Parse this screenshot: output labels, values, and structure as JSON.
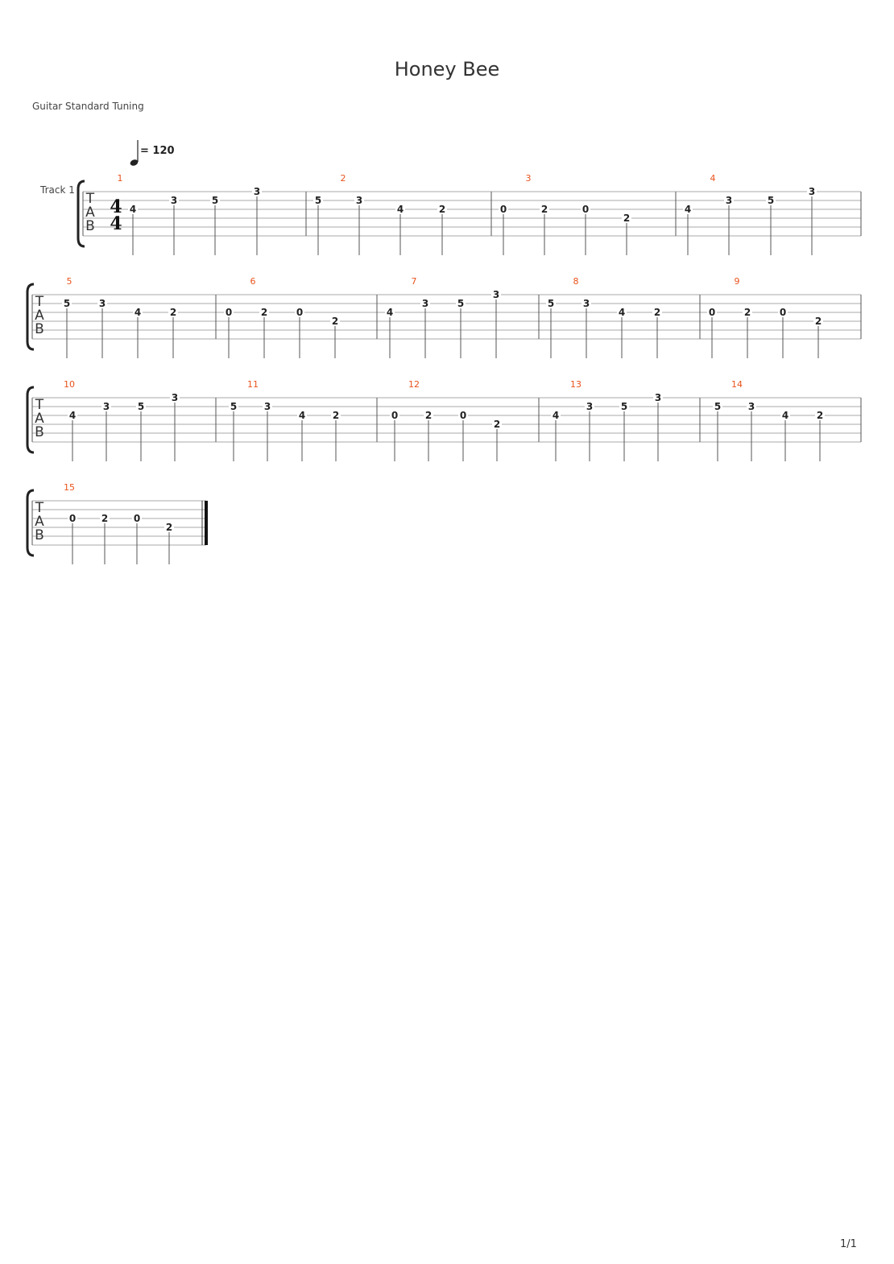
{
  "title": "Honey Bee",
  "tuning": "Guitar Standard Tuning",
  "track_name": "Track 1",
  "tempo": "= 120",
  "time_signature": "4/4",
  "tab_letters": [
    "T",
    "A",
    "B"
  ],
  "page_number": "1/1",
  "measures": [
    {
      "number": "1",
      "notes": [
        {
          "s": 3,
          "f": "4"
        },
        {
          "s": 2,
          "f": "3"
        },
        {
          "s": 2,
          "f": "5"
        },
        {
          "s": 1,
          "f": "3"
        }
      ]
    },
    {
      "number": "2",
      "notes": [
        {
          "s": 2,
          "f": "5"
        },
        {
          "s": 2,
          "f": "3"
        },
        {
          "s": 3,
          "f": "4"
        },
        {
          "s": 3,
          "f": "2"
        }
      ]
    },
    {
      "number": "3",
      "notes": [
        {
          "s": 3,
          "f": "0"
        },
        {
          "s": 3,
          "f": "2"
        },
        {
          "s": 3,
          "f": "0"
        },
        {
          "s": 4,
          "f": "2"
        }
      ]
    },
    {
      "number": "4",
      "notes": [
        {
          "s": 3,
          "f": "4"
        },
        {
          "s": 2,
          "f": "3"
        },
        {
          "s": 2,
          "f": "5"
        },
        {
          "s": 1,
          "f": "3"
        }
      ]
    },
    {
      "number": "5",
      "notes": [
        {
          "s": 2,
          "f": "5"
        },
        {
          "s": 2,
          "f": "3"
        },
        {
          "s": 3,
          "f": "4"
        },
        {
          "s": 3,
          "f": "2"
        }
      ]
    },
    {
      "number": "6",
      "notes": [
        {
          "s": 3,
          "f": "0"
        },
        {
          "s": 3,
          "f": "2"
        },
        {
          "s": 3,
          "f": "0"
        },
        {
          "s": 4,
          "f": "2"
        }
      ]
    },
    {
      "number": "7",
      "notes": [
        {
          "s": 3,
          "f": "4"
        },
        {
          "s": 2,
          "f": "3"
        },
        {
          "s": 2,
          "f": "5"
        },
        {
          "s": 1,
          "f": "3"
        }
      ]
    },
    {
      "number": "8",
      "notes": [
        {
          "s": 2,
          "f": "5"
        },
        {
          "s": 2,
          "f": "3"
        },
        {
          "s": 3,
          "f": "4"
        },
        {
          "s": 3,
          "f": "2"
        }
      ]
    },
    {
      "number": "9",
      "notes": [
        {
          "s": 3,
          "f": "0"
        },
        {
          "s": 3,
          "f": "2"
        },
        {
          "s": 3,
          "f": "0"
        },
        {
          "s": 4,
          "f": "2"
        }
      ]
    },
    {
      "number": "10",
      "notes": [
        {
          "s": 3,
          "f": "4"
        },
        {
          "s": 2,
          "f": "3"
        },
        {
          "s": 2,
          "f": "5"
        },
        {
          "s": 1,
          "f": "3"
        }
      ]
    },
    {
      "number": "11",
      "notes": [
        {
          "s": 2,
          "f": "5"
        },
        {
          "s": 2,
          "f": "3"
        },
        {
          "s": 3,
          "f": "4"
        },
        {
          "s": 3,
          "f": "2"
        }
      ]
    },
    {
      "number": "12",
      "notes": [
        {
          "s": 3,
          "f": "0"
        },
        {
          "s": 3,
          "f": "2"
        },
        {
          "s": 3,
          "f": "0"
        },
        {
          "s": 4,
          "f": "2"
        }
      ]
    },
    {
      "number": "13",
      "notes": [
        {
          "s": 3,
          "f": "4"
        },
        {
          "s": 2,
          "f": "3"
        },
        {
          "s": 2,
          "f": "5"
        },
        {
          "s": 1,
          "f": "3"
        }
      ]
    },
    {
      "number": "14",
      "notes": [
        {
          "s": 2,
          "f": "5"
        },
        {
          "s": 2,
          "f": "3"
        },
        {
          "s": 3,
          "f": "4"
        },
        {
          "s": 3,
          "f": "2"
        }
      ]
    },
    {
      "number": "15",
      "notes": [
        {
          "s": 3,
          "f": "0"
        },
        {
          "s": 3,
          "f": "2"
        },
        {
          "s": 3,
          "f": "0"
        },
        {
          "s": 4,
          "f": "2"
        }
      ]
    }
  ]
}
